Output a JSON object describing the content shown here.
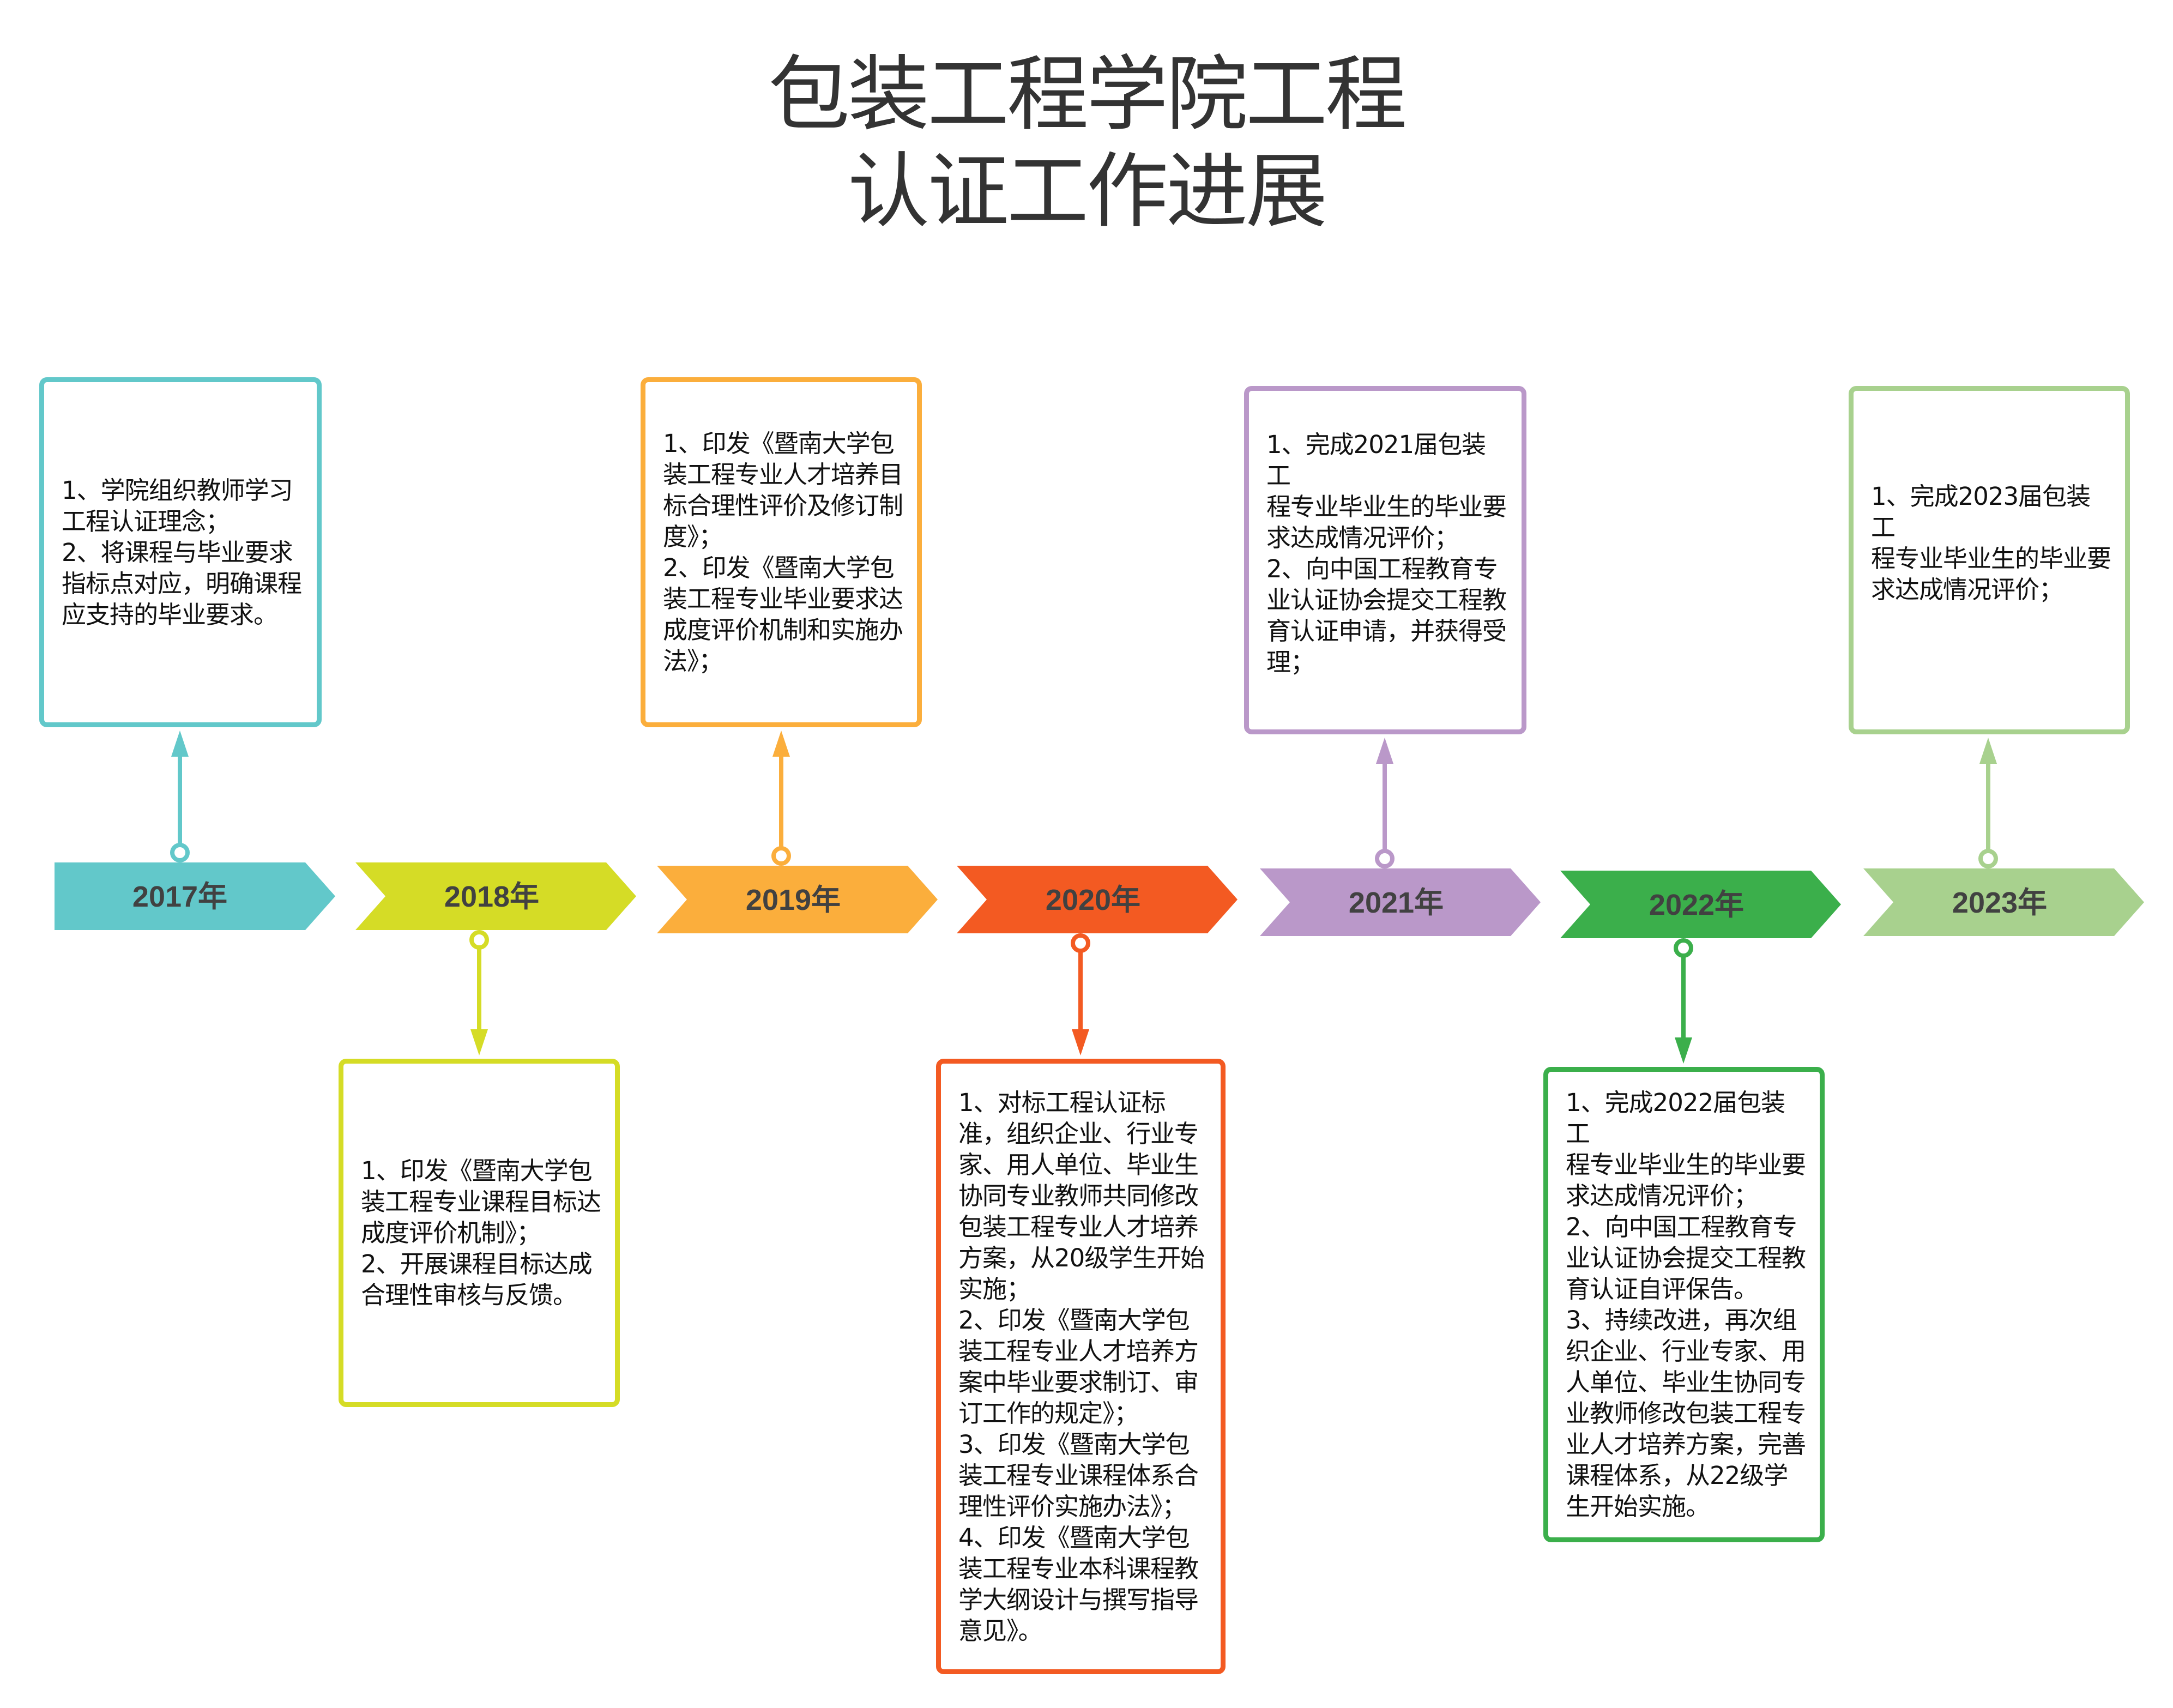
{
  "title": {
    "line1": "包装工程学院工程",
    "line2": "认证工作进展"
  },
  "milestones": [
    {
      "year": "2017年",
      "color": "#62C8CA",
      "position": "above",
      "text": "1、学院组织教师学习\n工程认证理念；\n2、将课程与毕业要求\n指标点对应，明确课程\n应支持的毕业要求。"
    },
    {
      "year": "2018年",
      "color": "#D5DC26",
      "position": "below",
      "text": "1、印发《暨南大学包\n装工程专业课程目标达\n成度评价机制》；\n2、开展课程目标达成\n合理性审核与反馈。"
    },
    {
      "year": "2019年",
      "color": "#FBAE3C",
      "position": "above",
      "text": "1、印发《暨南大学包\n装工程专业人才培养目\n标合理性评价及修订制\n度》；\n2、印发《暨南大学包\n装工程专业毕业要求达\n成度评价机制和实施办\n法》；"
    },
    {
      "year": "2020年",
      "color": "#F35A22",
      "position": "below",
      "text": "1、对标工程认证标\n准，组织企业、行业专\n家、用人单位、毕业生\n协同专业教师共同修改\n包装工程专业人才培养\n方案，从20级学生开始\n实施；\n2、印发《暨南大学包\n装工程专业人才培养方\n案中毕业要求制订、审\n订工作的规定》；\n3、印发《暨南大学包\n装工程专业课程体系合\n理性评价实施办法》；\n4、印发《暨南大学包\n装工程专业本科课程教\n学大纲设计与撰写指导\n意见》。"
    },
    {
      "year": "2021年",
      "color": "#BA98C9",
      "position": "above",
      "text": "1、完成2021届包装工\n程专业毕业生的毕业要\n求达成情况评价；\n2、向中国工程教育专\n业认证协会提交工程教\n育认证申请，并获得受\n理；"
    },
    {
      "year": "2022年",
      "color": "#3BAF4B",
      "position": "below",
      "text": "1、完成2022届包装工\n程专业毕业生的毕业要\n求达成情况评价；\n2、向中国工程教育专\n业认证协会提交工程教\n育认证自评保告。\n3、持续改进，再次组\n织企业、行业专家、用\n人单位、毕业生协同专\n业教师修改包装工程专\n业人才培养方案，完善\n课程体系，从22级学\n生开始实施。"
    },
    {
      "year": "2023年",
      "color": "#A8D18E",
      "position": "above",
      "text": "1、完成2023届包装工\n程专业毕业生的毕业要\n求达成情况评价；"
    }
  ]
}
